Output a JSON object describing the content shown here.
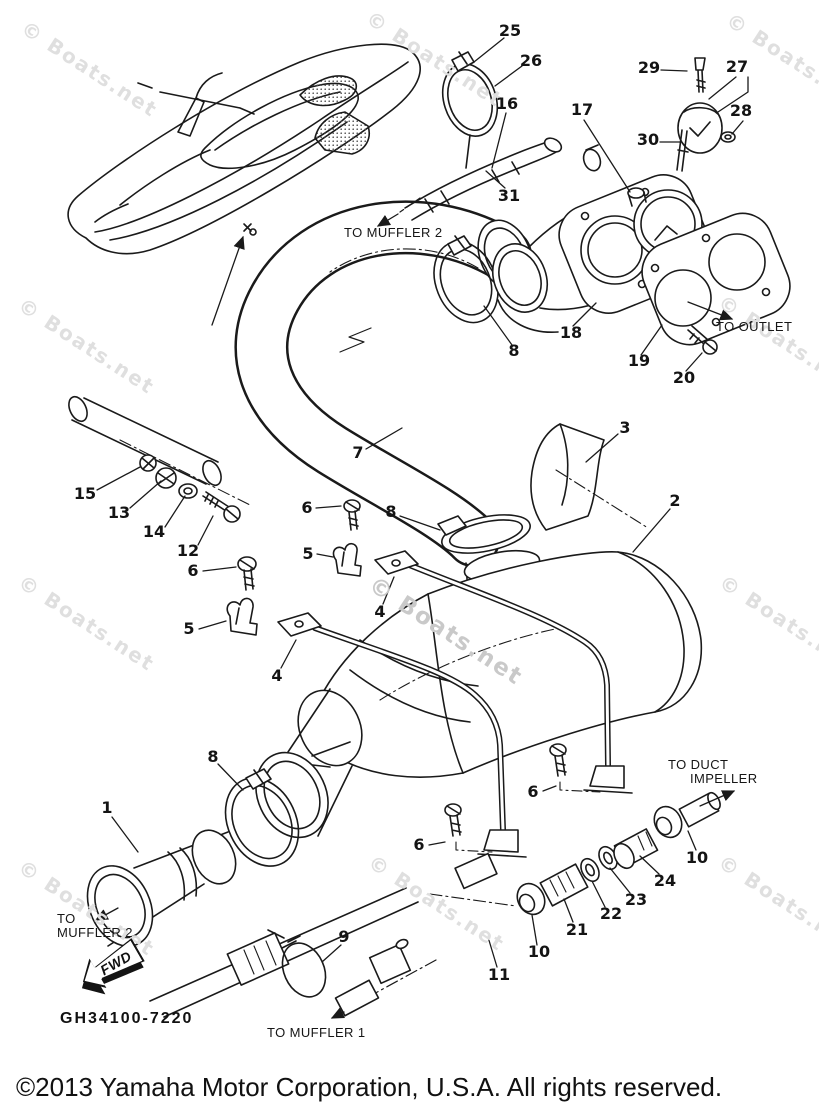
{
  "drawing": {
    "ink": "#1a1a1a",
    "background": "#ffffff"
  },
  "watermark": {
    "text": "© Boats.net",
    "color_light": "#dfdfdf",
    "color_dark": "#c9c9c9"
  },
  "labels": {
    "to_muffler2_top": "TO MUFFLER 2",
    "to_outlet": "TO OUTLET",
    "to_word": "TO",
    "muffler2_word": "MUFFLER 2",
    "to_duct_line1": "TO DUCT",
    "to_duct_line2": "IMPELLER",
    "to_muffler1": "TO MUFFLER 1",
    "fwd": "FWD",
    "part_code": "GH34100-7220"
  },
  "footer": {
    "copyright": "©2013 Yamaha Motor Corporation, U.S.A. All rights reserved."
  },
  "callouts": [
    "25",
    "26",
    "16",
    "17",
    "29",
    "27",
    "28",
    "30",
    "31",
    "18",
    "19",
    "20",
    "8",
    "7",
    "3",
    "2",
    "15",
    "13",
    "14",
    "12",
    "6",
    "6",
    "5",
    "8",
    "4",
    "5",
    "4",
    "8",
    "6",
    "6",
    "1",
    "9",
    "10",
    "24",
    "23",
    "22",
    "21",
    "10",
    "11"
  ]
}
